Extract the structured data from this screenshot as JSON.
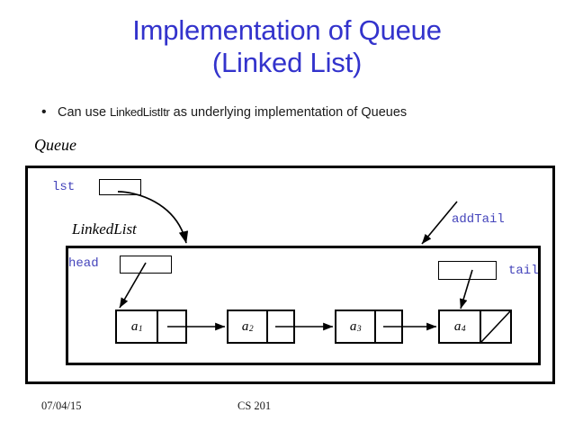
{
  "slide": {
    "title_line_1": "Implementation of Queue",
    "title_line_2": "(Linked List)",
    "title_color": "#3333cc",
    "bullet": {
      "marker": "•",
      "text_before": "Can use ",
      "code_term": "LinkedListItr",
      "text_after": " as underlying implementation of Queues"
    }
  },
  "diagram": {
    "outer_label": "Queue",
    "inner_label": "LinkedList",
    "pointers": {
      "lst": "lst",
      "head": "head",
      "tail": "tail",
      "add_tail": "addTail"
    },
    "nodes": [
      {
        "value": "a",
        "index": "1",
        "null_link": false
      },
      {
        "value": "a",
        "index": "2",
        "null_link": false
      },
      {
        "value": "a",
        "index": "3",
        "null_link": false
      },
      {
        "value": "a",
        "index": "4",
        "null_link": true
      }
    ],
    "code_color": "#4444bb",
    "line_color": "#000000"
  },
  "footer": {
    "date": "07/04/15",
    "course": "CS 201"
  }
}
